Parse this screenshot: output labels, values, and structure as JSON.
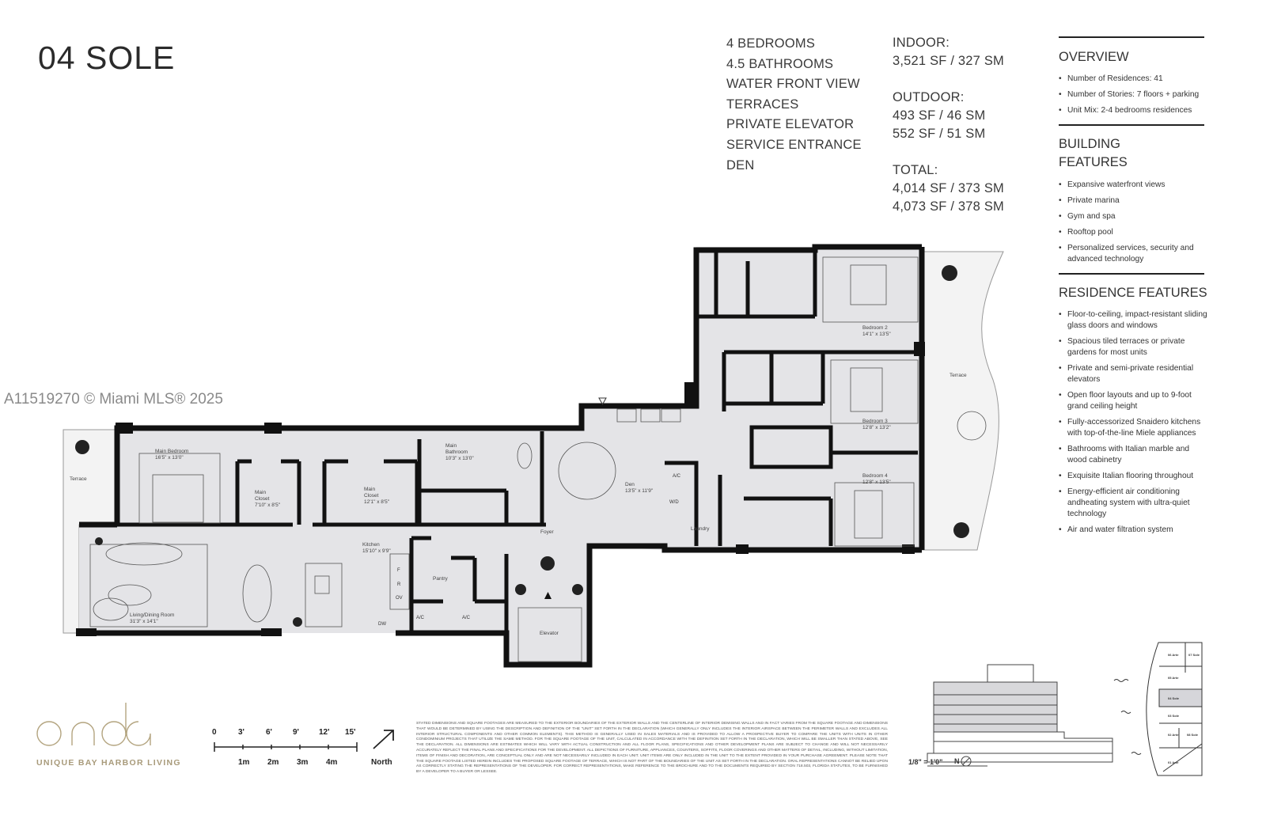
{
  "unit": {
    "title": "04 SOLE"
  },
  "features": [
    "4 BEDROOMS",
    "4.5 BATHROOMS",
    "WATER FRONT VIEW",
    "TERRACES",
    "PRIVATE ELEVATOR",
    "SERVICE ENTRANCE",
    "DEN"
  ],
  "areas": {
    "indoor_label": "INDOOR:",
    "indoor": [
      "3,521 SF / 327 SM"
    ],
    "outdoor_label": "OUTDOOR:",
    "outdoor": [
      "493 SF / 46 SM",
      "552 SF / 51 SM"
    ],
    "total_label": "TOTAL:",
    "total": [
      "4,014 SF / 373 SM",
      "4,073 SF / 378 SM"
    ]
  },
  "overview": {
    "heading": "OVERVIEW",
    "items": [
      "Number of Residences: 41",
      "Number of Stories: 7 floors + parking",
      "Unit Mix: 2-4 bedrooms residences"
    ]
  },
  "building_features": {
    "heading_1": "BUILDING",
    "heading_2": "FEATURES",
    "items": [
      "Expansive waterfront views",
      "Private marina",
      "Gym and spa",
      "Rooftop pool",
      "Personalized services, security and advanced technology"
    ]
  },
  "residence_features": {
    "heading": "RESIDENCE FEATURES",
    "items": [
      "Floor-to-ceiling, impact-resistant sliding glass doors and windows",
      "Spacious tiled terraces or private gardens for most units",
      "Private and semi-private residential elevators",
      "Open floor layouts and up to 9-foot grand ceiling height",
      "Fully-accessorized Snaidero kitchens with top-of-the-line Miele appliances",
      "Bathrooms with Italian marble and wood cabinetry",
      "Exquisite Italian flooring throughout",
      "Energy-efficient air conditioning andheating system with ultra-quiet technology",
      "Air and water filtration system"
    ]
  },
  "watermark": "A11519270 © Miami MLS® 2025",
  "rooms": {
    "main_bedroom": {
      "name": "Main Bedroom",
      "dims": "16'5\" x 13'0\""
    },
    "main_closet_1": {
      "name_1": "Main",
      "name_2": "Closet",
      "dims": "7'10\" x 8'5\""
    },
    "main_closet_2": {
      "name_1": "Main",
      "name_2": "Closet",
      "dims": "12'1\" x 8'5\""
    },
    "main_bathroom": {
      "name_1": "Main",
      "name_2": "Bathroom",
      "dims": "10'3\" x 13'0\""
    },
    "kitchen": {
      "name": "Kitchen",
      "dims": "15'10\" x 9'9\""
    },
    "living_dining": {
      "name": "Living/Dining Room",
      "dims": "31'3\" x 14'1\""
    },
    "pantry": {
      "name": "Pantry"
    },
    "den": {
      "name": "Den",
      "dims": "13'5\" x 11'9\""
    },
    "foyer": {
      "name": "Foyer"
    },
    "laundry": {
      "name": "Laundry"
    },
    "elevator": {
      "name": "Elevator"
    },
    "bedroom_2": {
      "name": "Bedroom 2",
      "dims": "14'1\" x 13'5\""
    },
    "bedroom_3": {
      "name": "Bedroom 3",
      "dims": "12'8\" x 13'2\""
    },
    "bedroom_4": {
      "name": "Bedroom 4",
      "dims": "12'8\" x 13'5\""
    },
    "terrace_left": {
      "name": "Terrace"
    },
    "terrace_right": {
      "name": "Terrace"
    }
  },
  "appliances": {
    "fridge": "F",
    "range": "R",
    "oven": "OV",
    "dishwasher": "DW",
    "ac": "A/C",
    "washer_dryer": "W/D"
  },
  "brand": {
    "logo_text": "onda",
    "tagline": "UNIQUE BAY HARBOR LIVING",
    "color": "#b3a47f"
  },
  "scale_bar": {
    "feet": [
      "0",
      "3'",
      "6'",
      "9'",
      "12'",
      "15'"
    ],
    "meters": [
      "1m",
      "2m",
      "3m",
      "4m"
    ],
    "north_label": "North"
  },
  "disclaimer": "Stated dimensions and square footages are measured to the exterior boundaries of the exterior walls and the centerline of interior demising walls and in fact varies from the square footage and dimensions that would be determined by using the description and definition of the \"unit\" set forth in the declaration (which generally only includes the interior airspace between the perimeter walls and excludes all interior structural components and other common elements). This method is generally used in sales materials and is provided to allow a prospective buyer to compare the units with units in other condominium projects that utilize the same method. For the square footage of the unit, calculated in accordance with the definition set forth in the declaration, which will be smaller than stated above, see the declaration. All dimensions are estimates which will vary with actual construction and all floor plans, specifications and other development plans are subject to change and will not necessarily accurately reflect the final plans and specifications for the development. All depictions of furniture, appliances, counters, soffits, floor coverings and other matters of detail, including, without limitation, items of finish and decoration, are conceptual only and are not necessarily included in each unit. Unit items are only included in the unit to the extent provided in your purchase agreement. Please note that the square footage listed herein includes the proposed square footage of terrace, which is not part of the boundaries of the unit as set forth in the declaration. Oral representations cannot be relied upon as correctly stating the representations of the developer. For correct representations, make reference to the brochure and to the documents required by section 718.503, Florida statutes, to be furnished by a developer to a buyer or lessee.",
  "elevation": {
    "scale_label": "1/8\" = 1'0\"",
    "north_label": "N"
  },
  "keyplan": {
    "units": [
      "06 Arte",
      "07 Sole",
      "05 Arte",
      "04 Sole",
      "03 Sole",
      "02 Arte",
      "08 Sole",
      "01 Arte"
    ],
    "highlight_color": "#d6d6da"
  },
  "colors": {
    "floor_fill": "#e4e4e7",
    "wall": "#111111",
    "terrace_fill": "#f2f2f2"
  }
}
